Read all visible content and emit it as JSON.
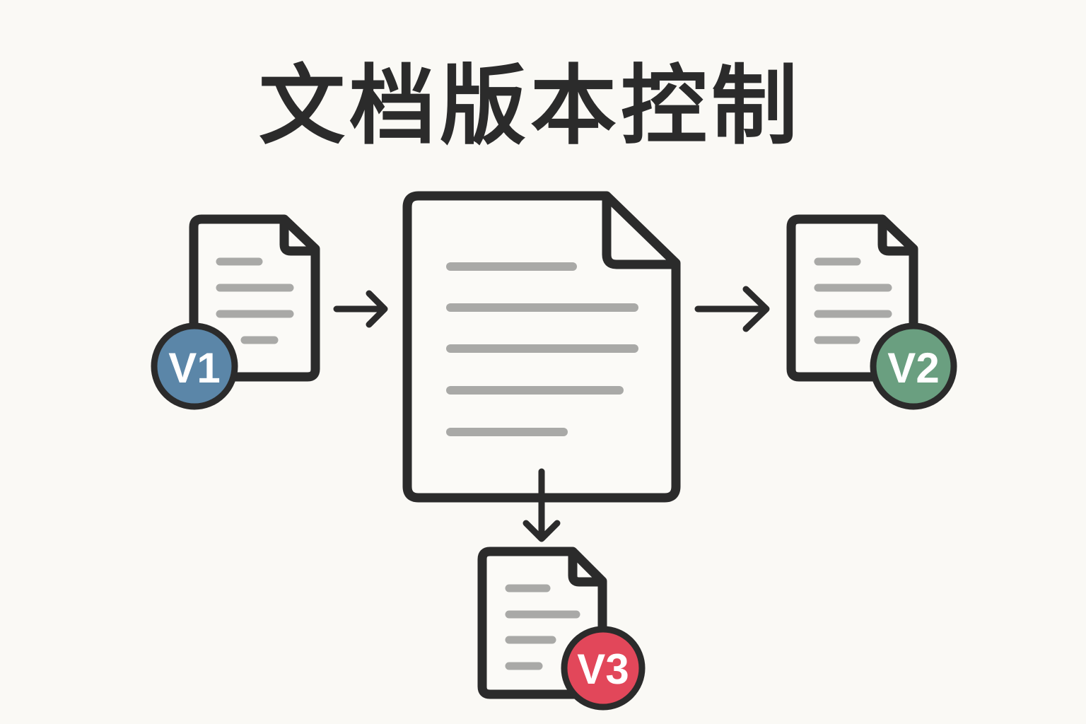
{
  "title": "文档版本控制",
  "versions": [
    {
      "label": "V1",
      "color": "#5b86a8"
    },
    {
      "label": "V2",
      "color": "#6a9f80"
    },
    {
      "label": "V3",
      "color": "#e2475a"
    }
  ],
  "colors": {
    "background": "#faf9f5",
    "stroke": "#2b2b2b",
    "text_line": "#a9a9a7"
  }
}
